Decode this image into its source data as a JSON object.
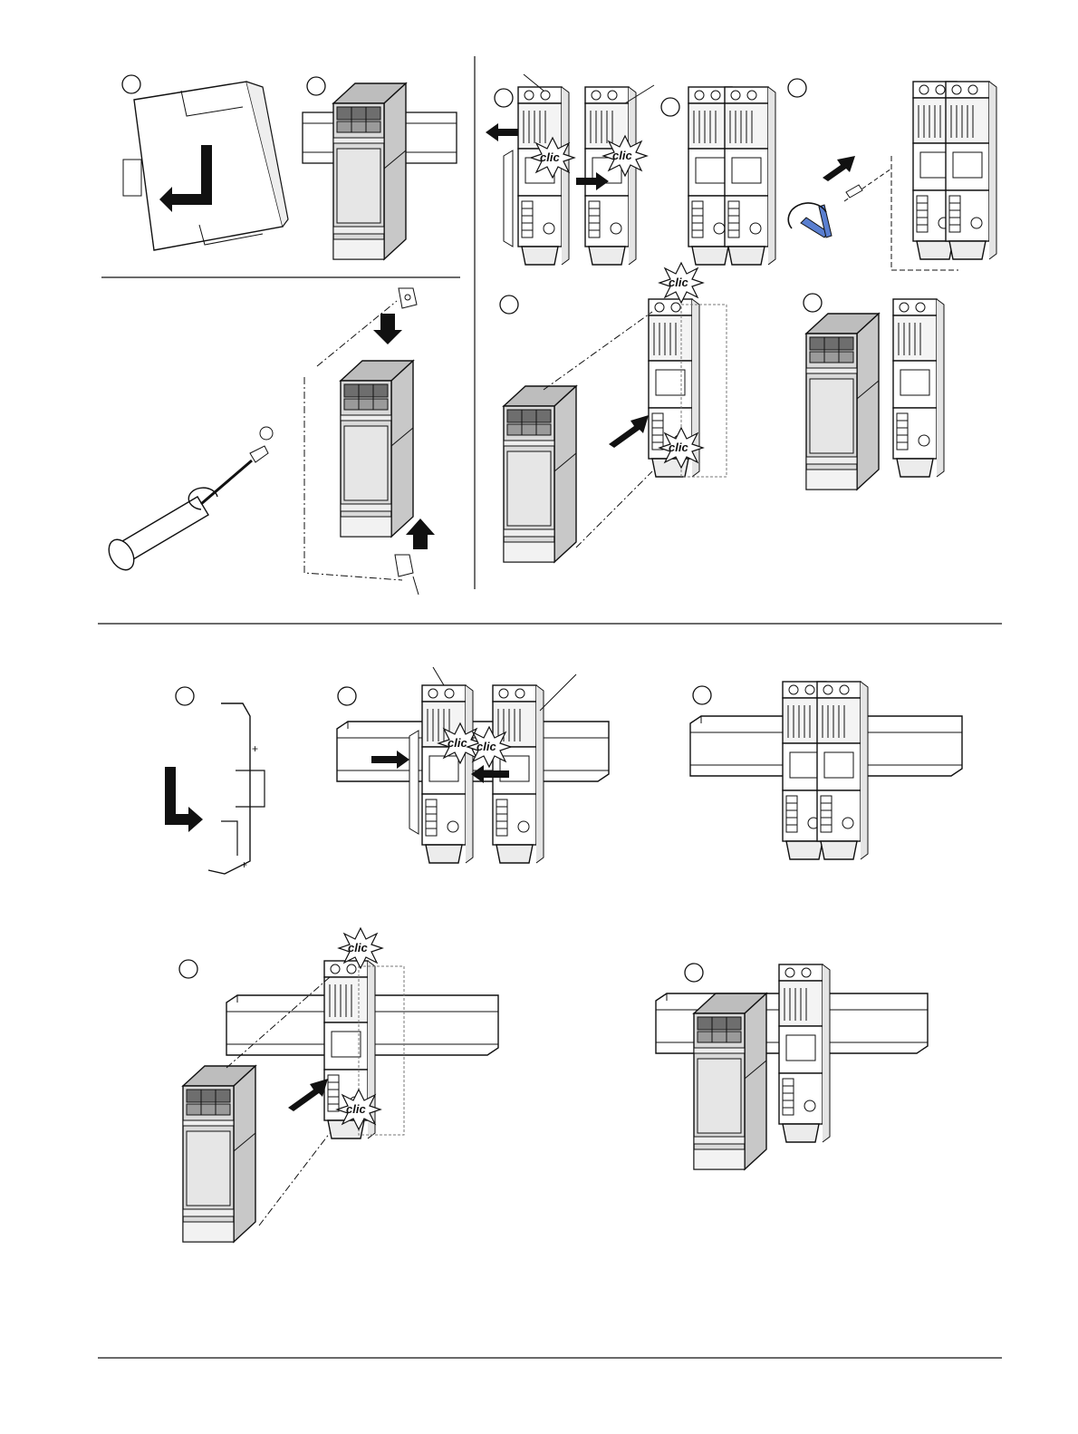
{
  "document": {
    "kind": "assembly-instruction-sheet",
    "ink_color": "#111111",
    "module_fill": "#d9d9d9",
    "highlight_color": "#5a7fd0"
  },
  "callouts": {
    "clic": "clic"
  },
  "panels": [
    {
      "id": "tilt-onto-rail",
      "icon": "curved-arrow-icon"
    },
    {
      "id": "module-on-rail",
      "icon": "module-icon"
    },
    {
      "id": "screw-mount-brackets",
      "icon": "screwdriver-icon"
    },
    {
      "id": "join-bases-clic",
      "icon": "base-icon"
    },
    {
      "id": "joined-bases",
      "icon": "base-icon"
    },
    {
      "id": "screw-base-hex-key",
      "icon": "hex-key-icon"
    },
    {
      "id": "plug-module-on-base",
      "icon": "module-icon"
    },
    {
      "id": "module-on-base-mounted",
      "icon": "module-icon"
    },
    {
      "id": "clip-end-bracket",
      "icon": "bracket-icon"
    },
    {
      "id": "join-bases-on-rail",
      "icon": "base-icon"
    },
    {
      "id": "bases-on-rail",
      "icon": "base-icon"
    },
    {
      "id": "plug-module-on-rail-base",
      "icon": "module-icon"
    },
    {
      "id": "module-on-rail-mounted",
      "icon": "module-icon"
    }
  ]
}
